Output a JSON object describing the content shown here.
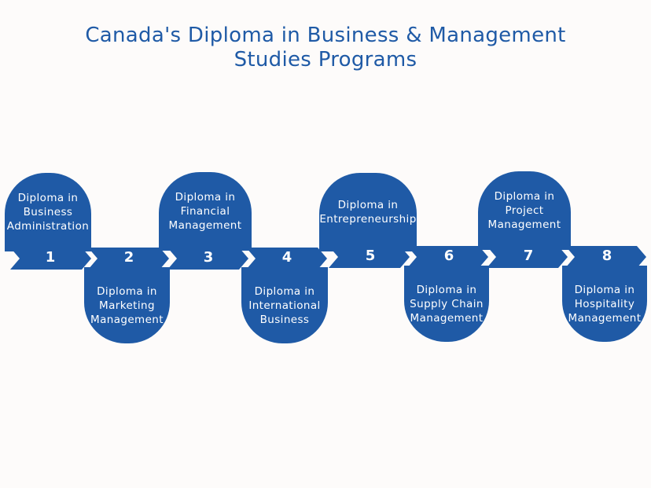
{
  "title": {
    "line1": "Canada's Diploma in Business & Management",
    "line2": "Studies Programs"
  },
  "colors": {
    "accent": "#1f5aa6",
    "background": "#fdfbfa",
    "text_on_accent": "#ffffff"
  },
  "steps": [
    {
      "number": "1",
      "label": "Diploma in\nBusiness\nAdministration"
    },
    {
      "number": "2",
      "label": "Diploma in\nMarketing\nManagement"
    },
    {
      "number": "3",
      "label": "Diploma in\nFinancial\nManagement"
    },
    {
      "number": "4",
      "label": "Diploma in\nInternational\nBusiness"
    },
    {
      "number": "5",
      "label": "Diploma in\nEntrepreneurship"
    },
    {
      "number": "6",
      "label": "Diploma in\nSupply Chain\nManagement"
    },
    {
      "number": "7",
      "label": "Diploma in\nProject\nManagement"
    },
    {
      "number": "8",
      "label": "Diploma in\nHospitality\nManagement"
    }
  ]
}
